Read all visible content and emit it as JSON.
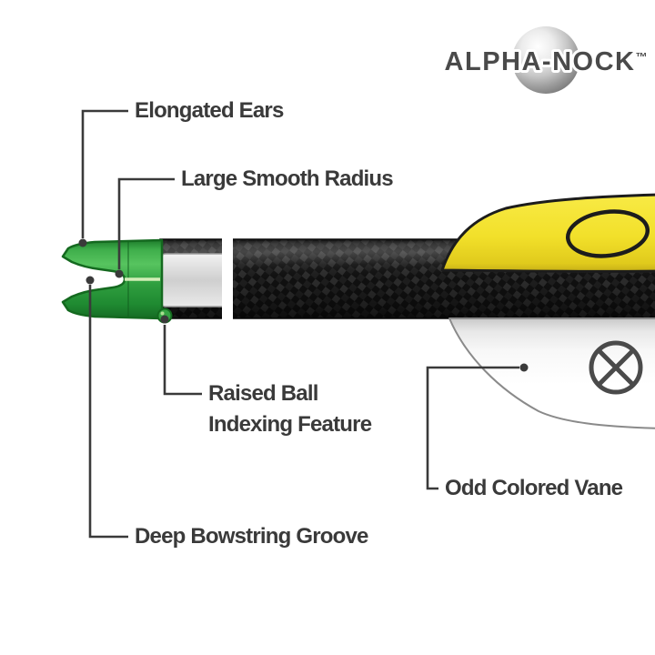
{
  "page": {
    "background": "#ffffff"
  },
  "logo": {
    "brand": "ALPHA-NOCK",
    "trademark": "™"
  },
  "callouts": {
    "elongated_ears": "Elongated Ears",
    "large_smooth_radius": "Large Smooth Radius",
    "raised_ball_indexing": "Raised Ball Indexing Feature",
    "odd_colored_vane": "Odd Colored Vane",
    "deep_bowstring_groove": "Deep Bowstring Groove"
  },
  "diagram": {
    "icons": {
      "yellow_vane_logo": "ellipse-outline-icon",
      "white_vane_logo": "circle-x-icon",
      "logo_backdrop": "metallic-sphere-icon"
    },
    "colors": {
      "nock_green": "#2f9e3f",
      "vane_yellow": "#f2e02a",
      "vane_white": "#ffffff",
      "shaft_carbon": "#141414",
      "callout_line": "#3a3a3a",
      "logo_text": "#4a4a4a"
    }
  }
}
